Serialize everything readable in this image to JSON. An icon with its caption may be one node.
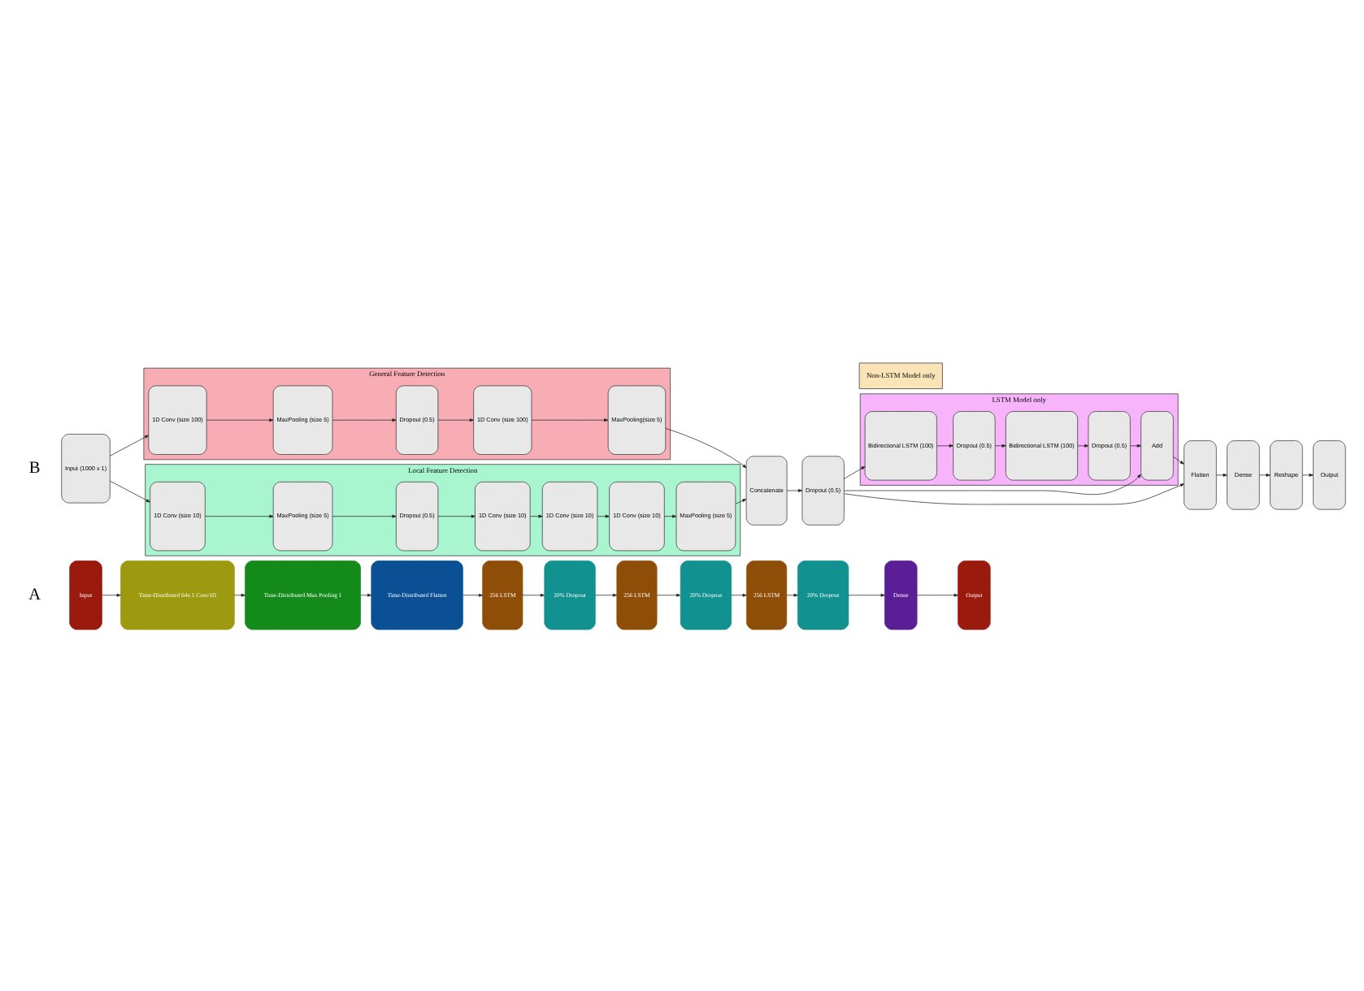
{
  "diagram": {
    "nodes": [
      {
        "text": [
          "Input"
        ]
      },
      {
        "text": [
          "Time-Distributed 64x 1 Conv1D"
        ]
      },
      {
        "text": [
          "Time-Distributed Max Pooling 1"
        ]
      },
      {
        "text": [
          "Time-Distributed Flatten"
        ]
      },
      {
        "text": [
          "256 LSTM"
        ]
      },
      {
        "text": [
          "20% Dropout"
        ]
      },
      {
        "text": [
          "256 LSTM"
        ]
      },
      {
        "text": [
          "20% Dropout"
        ]
      },
      {
        "text": [
          "256 LSTM"
        ]
      },
      {
        "text": [
          "20% Dropout"
        ]
      },
      {
        "text": [
          "Dense"
        ]
      },
      {
        "text": [
          "Output"
        ]
      },
      {
        "text": [
          "Input (1000 x 1)"
        ]
      },
      {
        "text": [
          "General Feature Detection"
        ]
      },
      {
        "text": [
          "1D Conv (size 100)"
        ],
        "in": 13
      },
      {
        "text": [
          "MaxPooling (size 5)"
        ],
        "in": 13
      },
      {
        "text": [
          "Dropout (0.5)"
        ],
        "in": 13
      },
      {
        "text": [
          "1D Conv (size 100)"
        ],
        "in": 13
      },
      {
        "text": [
          "MaxPooling(size 5)"
        ],
        "in": 13
      },
      {
        "text": [
          "Local Feature Detection"
        ]
      },
      {
        "text": [
          "1D Conv (size 10)"
        ],
        "in": 19
      },
      {
        "text": [
          "MaxPooling (size 5)"
        ],
        "in": 19
      },
      {
        "text": [
          "Dropout (0.5)"
        ],
        "in": 19
      },
      {
        "text": [
          "1D Conv (size 10)"
        ],
        "in": 19
      },
      {
        "text": [
          "1D Conv (size 10)"
        ],
        "in": 19
      },
      {
        "text": [
          "1D Conv (size 10)"
        ],
        "in": 19
      },
      {
        "text": [
          "MaxPooling (size 5)"
        ],
        "in": 19
      },
      {
        "text": [
          "Concatenate"
        ]
      },
      {
        "text": [
          "Dropout (0.5)"
        ]
      },
      {
        "text": [
          "LSTM Model only"
        ]
      },
      {
        "text": [
          "Bidirectional LSTM (100)"
        ],
        "in": 29
      },
      {
        "text": [
          "Dropout (0.5)"
        ],
        "in": 29
      },
      {
        "text": [
          "Bidirectional LSTM (100)"
        ],
        "in": 29
      },
      {
        "text": [
          "Dropout (0.5)"
        ],
        "in": 29
      },
      {
        "text": [
          "Add"
        ],
        "in": 29
      },
      {
        "text": [
          "Non-LSTM Model only"
        ]
      },
      {
        "text": [
          "Flatten"
        ]
      },
      {
        "text": [
          "Dense"
        ]
      },
      {
        "text": [
          "Reshape"
        ]
      },
      {
        "text": [
          "Output"
        ]
      }
    ],
    "edges": [
      {
        "from": 0,
        "to": 1,
        "arrow": "to"
      },
      {
        "from": 1,
        "to": 2,
        "arrow": "to"
      },
      {
        "from": 2,
        "to": 3,
        "arrow": "to"
      },
      {
        "from": 3,
        "to": 4,
        "arrow": "to"
      },
      {
        "from": 4,
        "to": 5,
        "arrow": "to"
      },
      {
        "from": 5,
        "to": 6,
        "arrow": "to"
      },
      {
        "from": 6,
        "to": 7,
        "arrow": "to"
      },
      {
        "from": 7,
        "to": 8,
        "arrow": "to"
      },
      {
        "from": 8,
        "to": 9,
        "arrow": "to"
      },
      {
        "from": 9,
        "to": 10,
        "arrow": "to"
      },
      {
        "from": 10,
        "to": 11,
        "arrow": "to"
      },
      {
        "from": 12,
        "to": 14,
        "arrow": "to"
      },
      {
        "from": 14,
        "to": 15,
        "arrow": "to"
      },
      {
        "from": 15,
        "to": 16,
        "arrow": "to"
      },
      {
        "from": 16,
        "to": 17,
        "arrow": "to"
      },
      {
        "from": 17,
        "to": 18,
        "arrow": "to"
      },
      {
        "from": 18,
        "to": 27,
        "arrow": "to"
      },
      {
        "from": 12,
        "to": 20,
        "arrow": "to"
      },
      {
        "from": 20,
        "to": 21,
        "arrow": "to"
      },
      {
        "from": 21,
        "to": 22,
        "arrow": "to"
      },
      {
        "from": 22,
        "to": 23,
        "arrow": "to"
      },
      {
        "from": 23,
        "to": 24,
        "arrow": "to"
      },
      {
        "from": 24,
        "to": 25,
        "arrow": "to"
      },
      {
        "from": 25,
        "to": 26,
        "arrow": "to"
      },
      {
        "from": 26,
        "to": 27,
        "arrow": "to"
      },
      {
        "from": 27,
        "to": 28,
        "arrow": "to"
      },
      {
        "from": 28,
        "to": 30,
        "arrow": "to"
      },
      {
        "from": 30,
        "to": 31,
        "arrow": "to"
      },
      {
        "from": 31,
        "to": 32,
        "arrow": "to"
      },
      {
        "from": 32,
        "to": 33,
        "arrow": "to"
      },
      {
        "from": 33,
        "to": 34,
        "arrow": "to"
      },
      {
        "from": 28,
        "to": 34,
        "arrow": "to"
      },
      {
        "from": 28,
        "to": 36,
        "arrow": "to"
      },
      {
        "from": 34,
        "to": 36,
        "arrow": "to"
      },
      {
        "from": 36,
        "to": 37,
        "arrow": "to"
      },
      {
        "from": 37,
        "to": 38,
        "arrow": "to"
      },
      {
        "from": 38,
        "to": 39,
        "arrow": "to"
      }
    ],
    "labels": [
      "A",
      "B"
    ]
  }
}
